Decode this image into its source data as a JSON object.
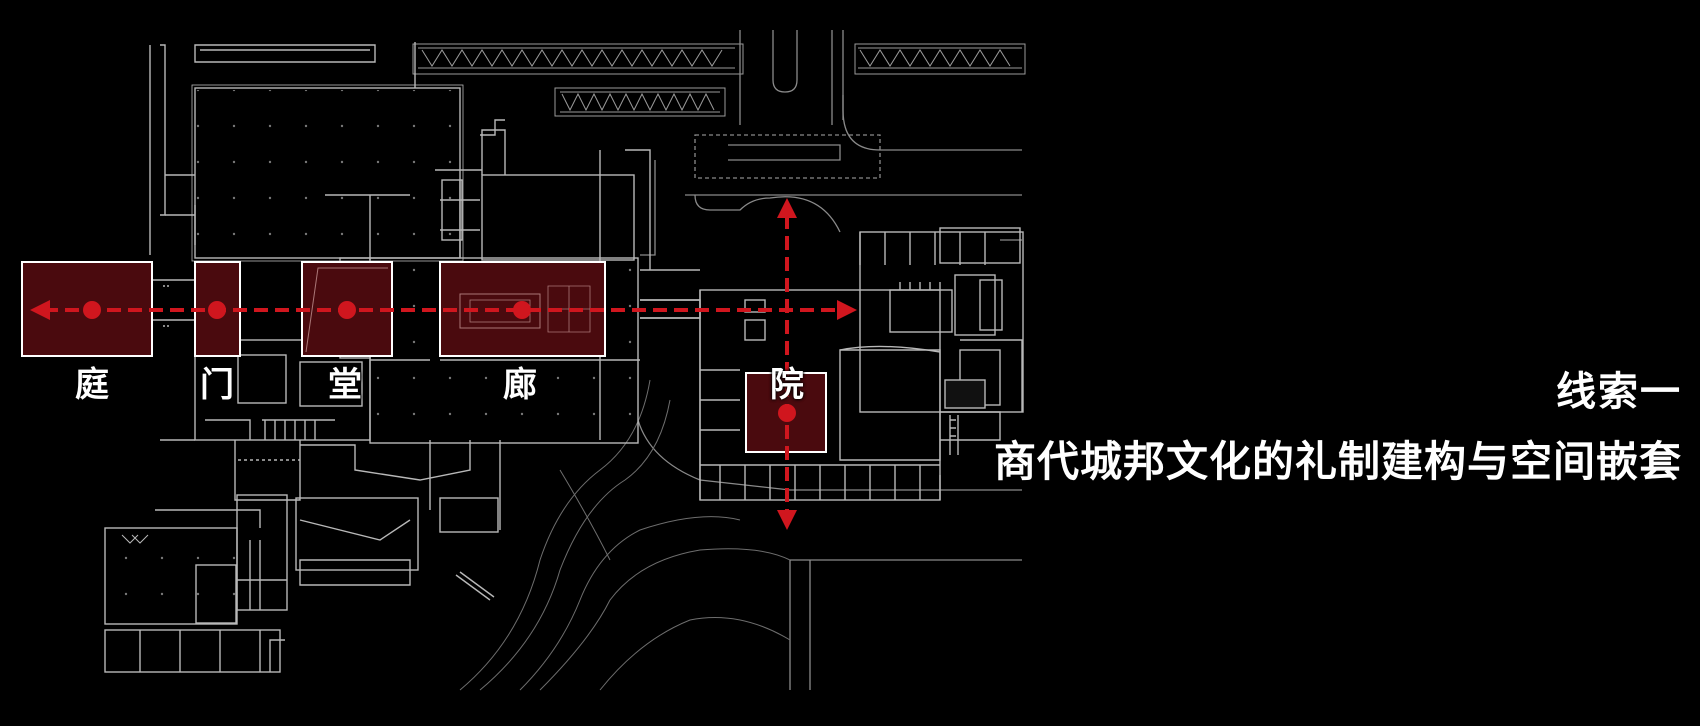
{
  "labels": {
    "ting": "庭",
    "men": "门",
    "tang": "堂",
    "lang": "廊",
    "yuan": "院"
  },
  "title": {
    "line1": "线索一",
    "line2": "商代城邦文化的礼制建构与空间嵌套"
  },
  "colors": {
    "background": "#000000",
    "plan_lines": "#b8b8b8",
    "zone_fill": "#4a0a0e",
    "zone_border": "#ffffff",
    "axis_red": "#d0161e",
    "text": "#ffffff"
  }
}
